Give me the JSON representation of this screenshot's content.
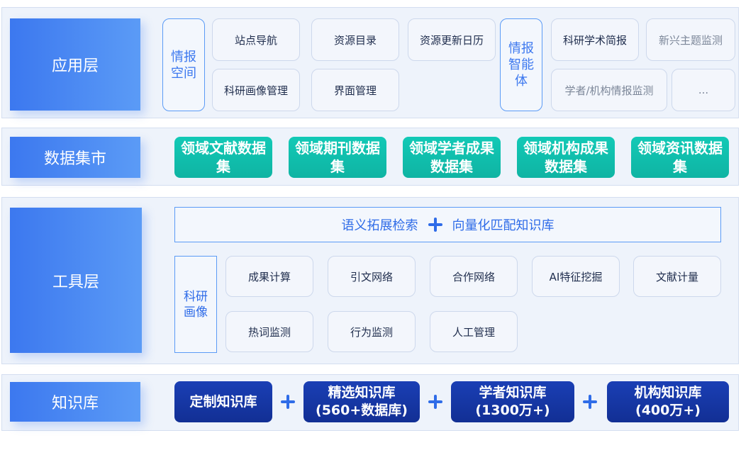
{
  "app_layer": {
    "label": "应用层",
    "intel_space": "情报空间",
    "intel_agent": "情报智能体",
    "items": [
      "站点导航",
      "资源目录",
      "资源更新日历",
      "科研画像管理",
      "界面管理"
    ],
    "agent_items": [
      "科研学术简报",
      "新兴主题监测",
      "学者/机构情报监测",
      "..."
    ]
  },
  "data_mart": {
    "label": "数据集市",
    "items": [
      "领域文献数据集",
      "领域期刊数据集",
      "领域学者成果数据集",
      "领域机构成果数据集",
      "领域资讯数据集"
    ]
  },
  "tool_layer": {
    "label": "工具层",
    "search_left": "语义拓展检索",
    "search_right": "向量化匹配知识库",
    "portrait": "科研画像",
    "tools": [
      "成果计算",
      "引文网络",
      "合作网络",
      "AI特征挖掘",
      "文献计量",
      "热词监测",
      "行为监测",
      "人工管理"
    ]
  },
  "kb_layer": {
    "label": "知识库",
    "items": [
      "定制知识库",
      "精选知识库\n(560+数据库)",
      "学者知识库\n(1300万+)",
      "机构知识库\n(400万+)"
    ]
  }
}
